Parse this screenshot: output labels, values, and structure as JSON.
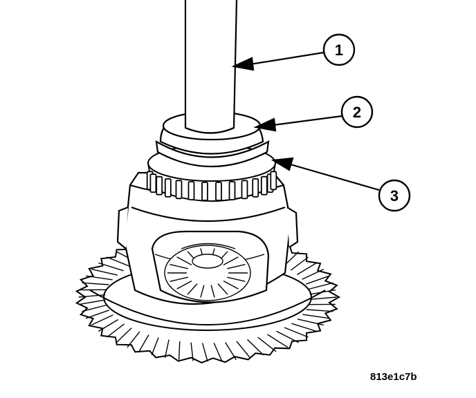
{
  "diagram": {
    "callouts": [
      {
        "label": "1",
        "part": "tool-shaft"
      },
      {
        "label": "2",
        "part": "bearing-installer-cup"
      },
      {
        "label": "3",
        "part": "tapered-roller-bearing"
      }
    ],
    "figure_code": "813e1c7b"
  },
  "colors": {
    "line": "#000000",
    "fill": "#ffffff",
    "shade": "#bdbdbd"
  }
}
